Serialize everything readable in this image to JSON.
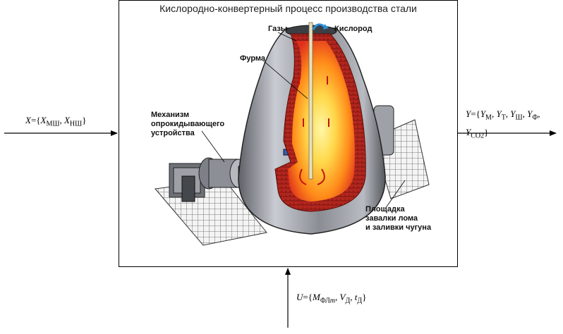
{
  "diagram": {
    "title": "Кислородно-конвертерный процесс производства стали",
    "labels": {
      "gases": "Газы",
      "oxygen": "Кислород",
      "lance": "Фурма",
      "tilt_mechanism": [
        "Механизм",
        "опрокидывающего",
        "устройства"
      ],
      "platform": [
        "Площадка",
        "завалки лома",
        "и заливки чугуна"
      ]
    },
    "input": {
      "var": "X",
      "eq": "={",
      "items": [
        {
          "sym": "X",
          "sub": "МШ",
          "sep": ", "
        },
        {
          "sym": "X",
          "sub": "НШ",
          "sep": "}"
        }
      ]
    },
    "output": {
      "var": "Y",
      "eq": "={",
      "items": [
        {
          "sym": "Y",
          "sub": "М",
          "sep": ", "
        },
        {
          "sym": "Y",
          "sub": "Т",
          "sep": ", "
        },
        {
          "sym": "Y",
          "sub": "Ш",
          "sep": ", "
        },
        {
          "sym": "Y",
          "sub": "Ф",
          "sep": ","
        },
        {
          "sym": "Y",
          "sub": "СО2",
          "sep": "}"
        }
      ]
    },
    "control": {
      "var": "U",
      "eq": "={",
      "items": [
        {
          "sym": "M",
          "sub": "ФЛ",
          "subi": "m",
          "sep": ", "
        },
        {
          "sym": "V",
          "sub": "Д",
          "sep": ", "
        },
        {
          "sym": "t",
          "sub": "Д",
          "sep": "}"
        }
      ]
    },
    "colors": {
      "steel_shell": "#8a8d93",
      "steel_light": "#c9ccd2",
      "lining": "#b3261e",
      "melt_hot": "#ffd84a",
      "melt_mid": "#ff8c1a",
      "melt_edge": "#e0301c",
      "oxygen_arrow": "#2a8fd8",
      "blue_band": "#2f5fb3"
    }
  }
}
